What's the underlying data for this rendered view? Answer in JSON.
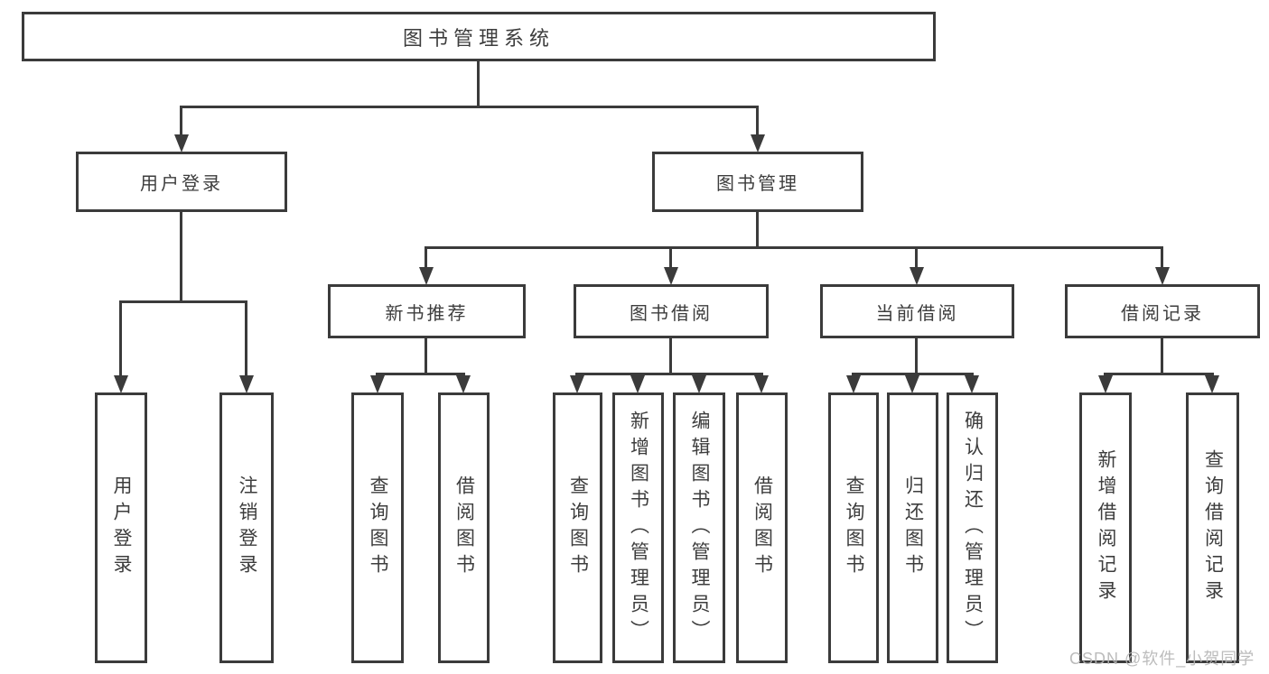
{
  "tree": {
    "label": "图书管理系统",
    "children": [
      {
        "label": "用户登录",
        "children": [
          {
            "label": "用户登录"
          },
          {
            "label": "注销登录"
          }
        ]
      },
      {
        "label": "图书管理",
        "children": [
          {
            "label": "新书推荐",
            "children": [
              {
                "label": "查询图书"
              },
              {
                "label": "借阅图书"
              }
            ]
          },
          {
            "label": "图书借阅",
            "children": [
              {
                "label": "查询图书"
              },
              {
                "label": "新增图书（管理员）"
              },
              {
                "label": "编辑图书（管理员）"
              },
              {
                "label": "借阅图书"
              }
            ]
          },
          {
            "label": "当前借阅",
            "children": [
              {
                "label": "查询图书"
              },
              {
                "label": "归还图书"
              },
              {
                "label": "确认归还（管理员）"
              }
            ]
          },
          {
            "label": "借阅记录",
            "children": [
              {
                "label": "新增借阅记录"
              },
              {
                "label": "查询借阅记录"
              }
            ]
          }
        ]
      }
    ]
  },
  "watermark": {
    "text": "CSDN @软件_小贺同学"
  },
  "colors": {
    "line": "#3b3b3b",
    "text": "#3d3d3d",
    "watermark": "#b5b5b5",
    "background": "#ffffff"
  }
}
